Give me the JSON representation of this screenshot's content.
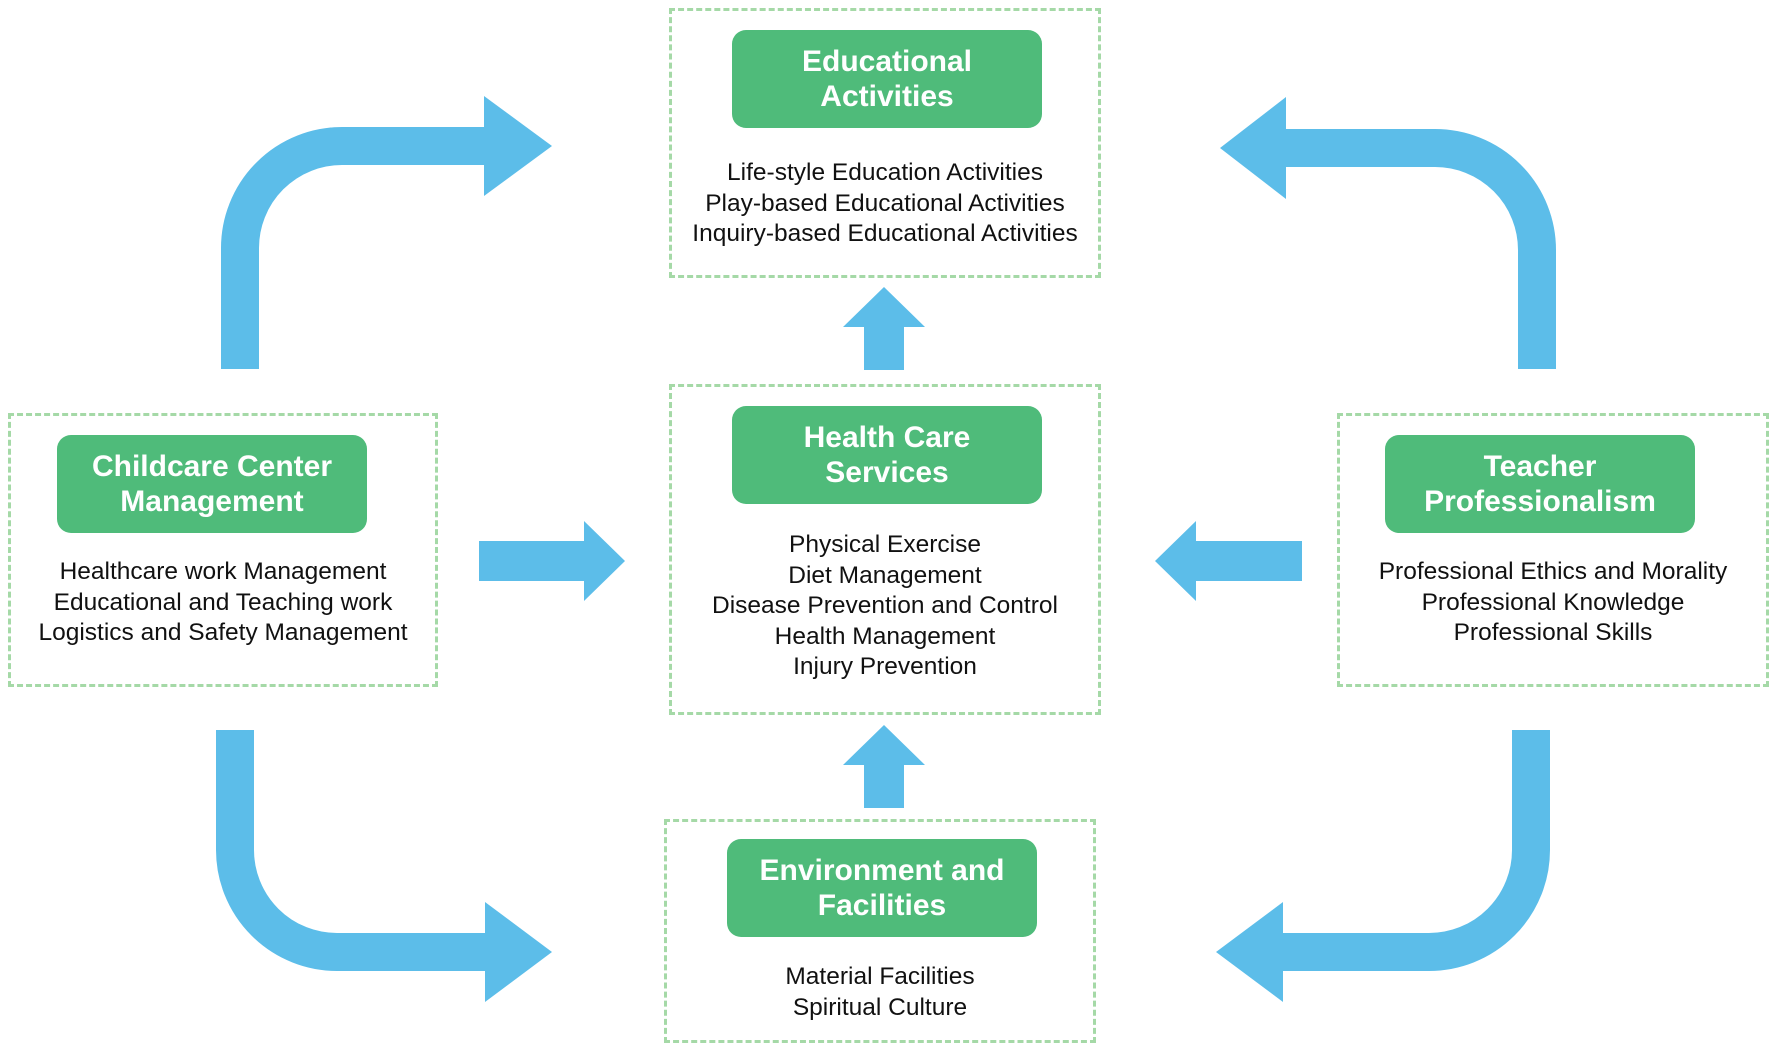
{
  "colors": {
    "arrow": "#5cbde9",
    "title_fill": "#4fbb7a",
    "title_text": "#ffffff",
    "border": "#a5d9a7",
    "text": "#111111"
  },
  "blocks": {
    "educational": {
      "title": "Educational\nActivities",
      "items": [
        "Life-style Education Activities",
        "Play-based Educational Activities",
        "Inquiry-based Educational Activities"
      ]
    },
    "health": {
      "title": "Health Care\nServices",
      "items": [
        "Physical Exercise",
        "Diet Management",
        "Disease Prevention and Control",
        "Health Management",
        "Injury Prevention"
      ]
    },
    "childcare": {
      "title": "Childcare Center\nManagement",
      "items": [
        "Healthcare work Management",
        "Educational and Teaching work",
        "Logistics and Safety Management"
      ]
    },
    "teacher": {
      "title": "Teacher\nProfessionalism",
      "items": [
        "Professional Ethics and Morality",
        "Professional Knowledge",
        "Professional Skills"
      ]
    },
    "environment": {
      "title": "Environment and\nFacilities",
      "items": [
        "Material Facilities",
        "Spiritual Culture"
      ]
    }
  }
}
